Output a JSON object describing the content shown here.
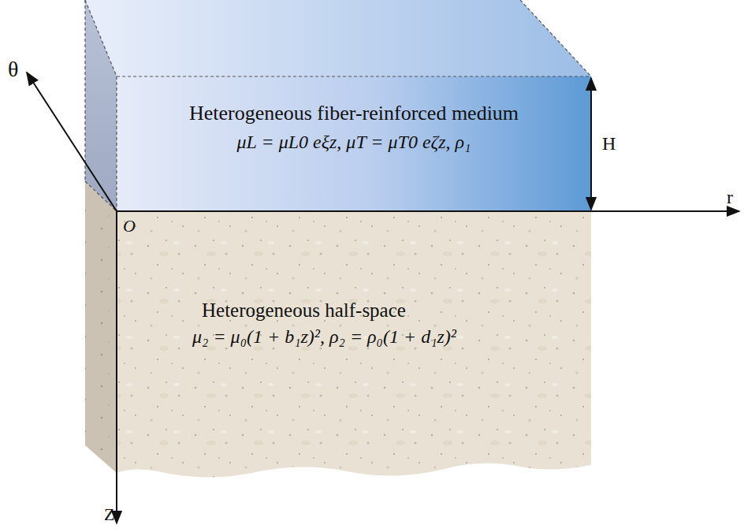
{
  "diagram": {
    "nodes": [
      {
        "text": [
          "Heterogeneous fiber-reinforced medium",
          "μL = μL0 eξz, μT = μT0 eζz, ρ₁"
        ]
      },
      {
        "text": [
          "Heterogeneous half-space",
          "μ₂ = μ₀(1 + b₁z)², ρ₂ = ρ₀(1 + d₁z)²"
        ]
      }
    ],
    "labels": [
      "θ",
      "O",
      "H",
      "r",
      "Z"
    ]
  }
}
